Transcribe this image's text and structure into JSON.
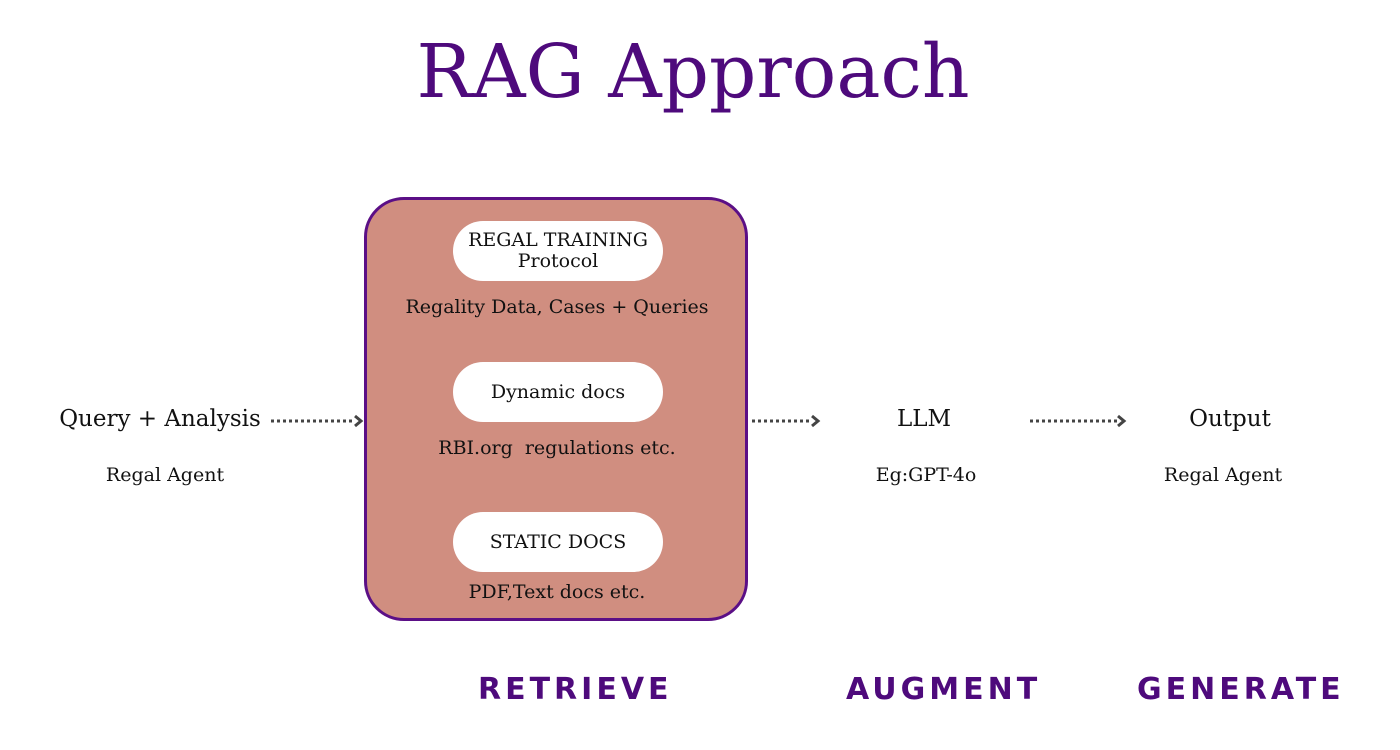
{
  "title": "RAG Approach",
  "colors": {
    "title": "#4e0a7c",
    "box_fill": "#d08e80",
    "box_border": "#5b0f86",
    "pill_fill": "#ffffff",
    "arrow": "#444444",
    "stage_label": "#4e0a7c"
  },
  "input": {
    "label": "Query + Analysis",
    "sub": "Regal Agent"
  },
  "retrieve_box": {
    "sources": [
      {
        "pill_line1": "REGAL TRAINING",
        "pill_line2": "Protocol",
        "description": "Regality Data, Cases + Queries"
      },
      {
        "pill_line1": "Dynamic docs",
        "pill_line2": "",
        "description": "RBI.org  regulations etc."
      },
      {
        "pill_line1": "STATIC DOCS",
        "pill_line2": "",
        "description": "PDF,Text docs etc."
      }
    ]
  },
  "llm": {
    "label": "LLM",
    "sub": "Eg:GPT-4o"
  },
  "output": {
    "label": "Output",
    "sub": "Regal Agent"
  },
  "stages": [
    "RETRIEVE",
    "AUGMENT",
    "GENERATE"
  ],
  "arrows": [
    {
      "from": "Query + Analysis",
      "to": "Retrieve box",
      "style": "dotted"
    },
    {
      "from": "Retrieve box",
      "to": "LLM",
      "style": "dotted"
    },
    {
      "from": "LLM",
      "to": "Output",
      "style": "dotted"
    }
  ]
}
